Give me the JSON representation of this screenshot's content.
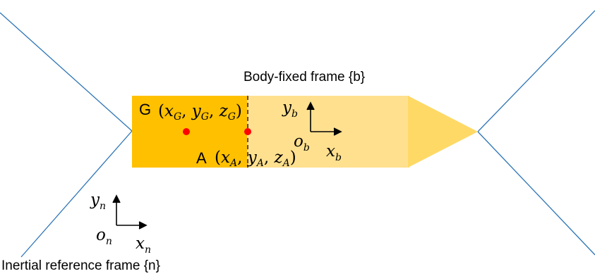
{
  "frames": {
    "body_frame_label": "Body-fixed frame {b}",
    "inertial_frame_label": "Inertial reference frame {n}"
  },
  "points": {
    "G": {
      "name": "G",
      "coords": "(x_G, y_G, z_G)"
    },
    "A": {
      "name": "A",
      "coords": "(x_A, y_A, z_A)"
    }
  },
  "axes": {
    "body": {
      "y": "y_b",
      "origin": "o_b",
      "x": "x_b"
    },
    "inertial": {
      "y": "y_n",
      "origin": "o_n",
      "x": "x_n"
    }
  },
  "colors": {
    "body_dark": "#ffc000",
    "body_light": "#ffe08f",
    "nose": "#ffd966",
    "point": "#ff0000",
    "boundary_lines": "#2e75b6",
    "axis": "#000000"
  }
}
